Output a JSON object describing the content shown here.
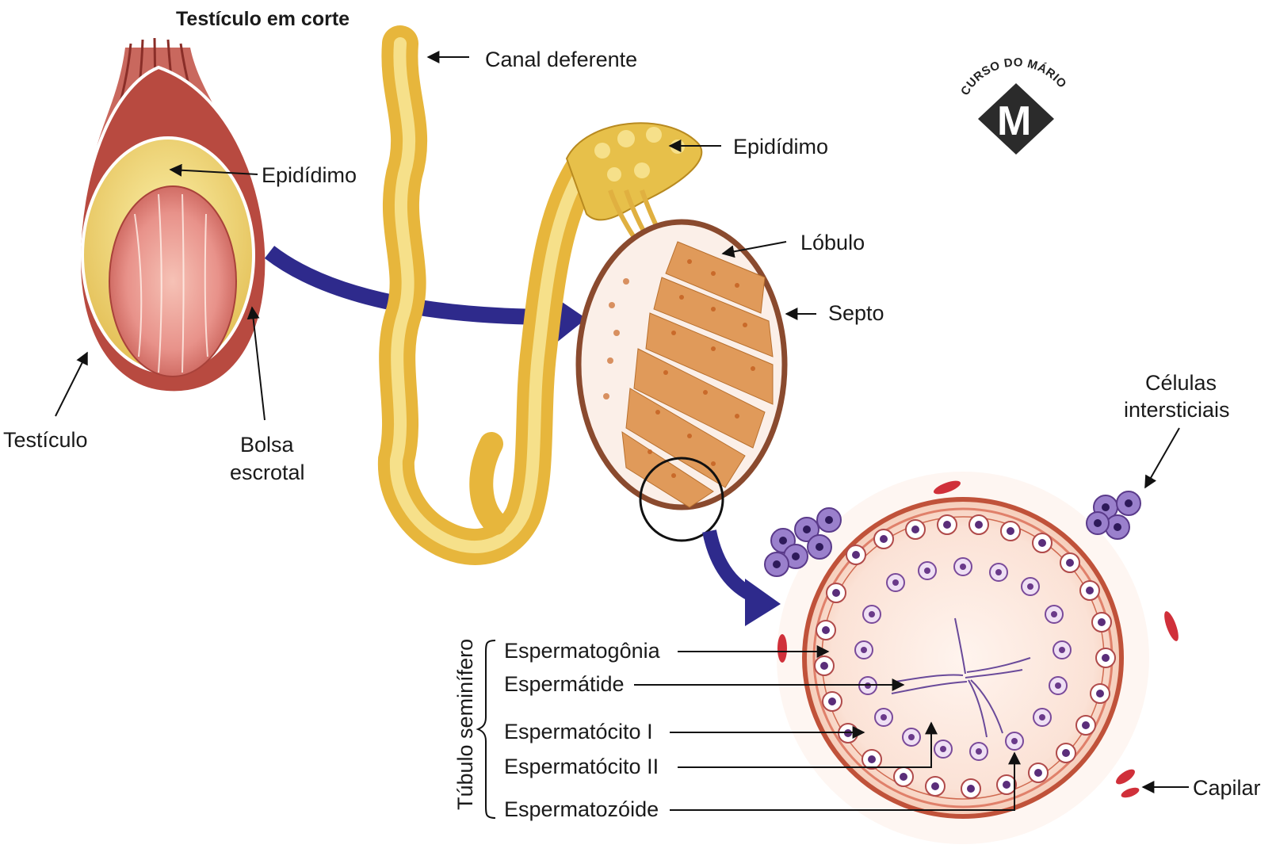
{
  "title": "Testículo em corte",
  "labels": {
    "epididimo_left": "Epidídimo",
    "testiculo": "Testículo",
    "bolsa_escrotal_1": "Bolsa",
    "bolsa_escrotal_2": "escrotal",
    "canal_deferente": "Canal deferente",
    "epididimo_right": "Epidídimo",
    "lobulo": "Lóbulo",
    "septo": "Septo",
    "celulas_1": "Células",
    "celulas_2": "intersticiais",
    "tubulo_seminifero": "Túbulo seminífero",
    "espermatogonia": "Espermatogônia",
    "espermatide": "Espermátide",
    "espermatocito_1": "Espermatócito I",
    "espermatocito_2": "Espermatócito II",
    "espermatozoide": "Espermatozóide",
    "capilar": "Capilar"
  },
  "logo": {
    "ring_text": "CURSO DO MÁRIO",
    "letter": "M"
  },
  "colors": {
    "arrow_blue": "#2e2a8c",
    "muscle_red": "#c0524a",
    "testis_pink": "#e8928a",
    "epididymis_yellow": "#e8c64a",
    "tubule_orange": "#d98a4a",
    "cell_purple": "#6a4a9a",
    "capillary_red": "#d0303a"
  }
}
